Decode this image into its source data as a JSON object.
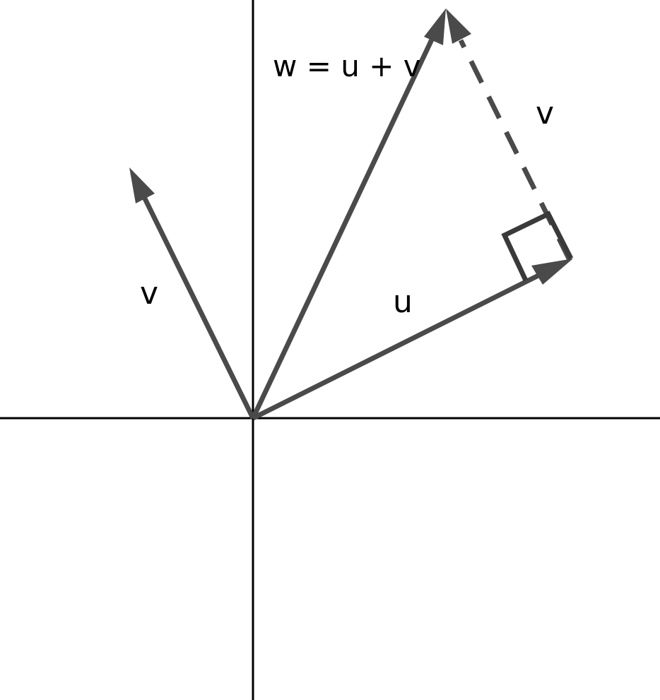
{
  "colors": {
    "axis": "#000000",
    "vector": "#4a4a4a",
    "background": "#ffffff"
  },
  "labels": {
    "v_left": "v",
    "u": "u",
    "w_eq": "w = u + v",
    "v_dashed": "v"
  },
  "markers": {
    "right_angle": "right-angle-marker"
  }
}
